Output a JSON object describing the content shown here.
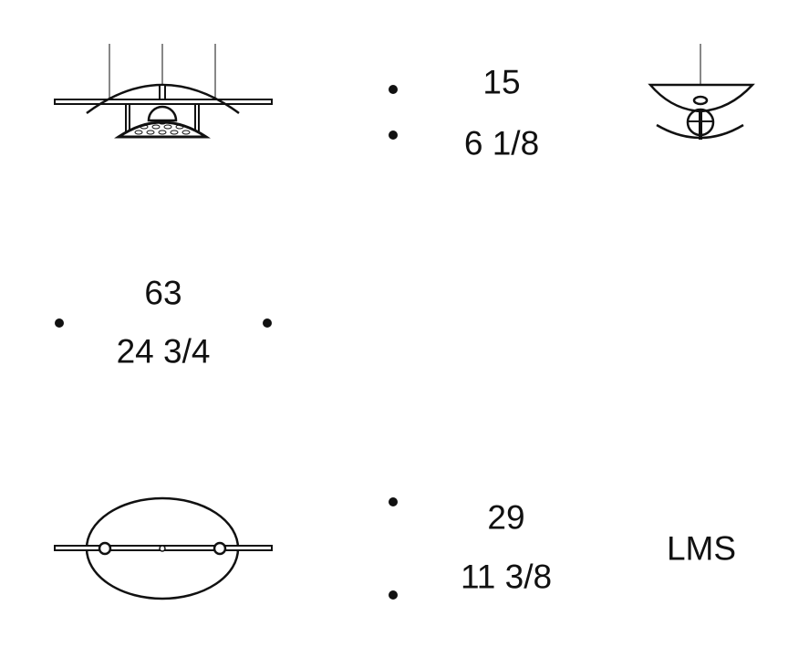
{
  "height": {
    "metric": "15",
    "imperial": "6 1/8"
  },
  "width": {
    "metric": "63",
    "imperial": "24 3/4"
  },
  "depth": {
    "metric": "29",
    "imperial": "11 3/8"
  },
  "light_source": "LMS"
}
